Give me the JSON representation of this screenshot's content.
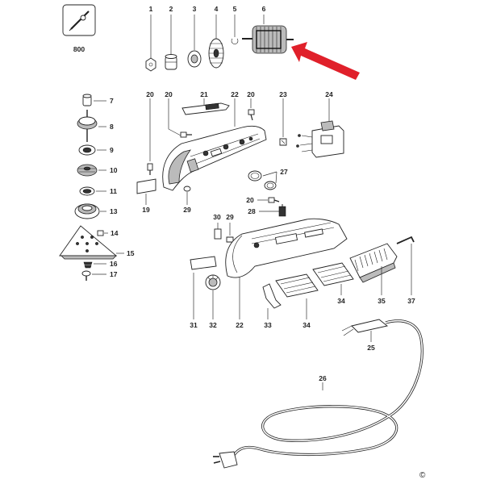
{
  "diagram": {
    "kit_label": "800",
    "copyright": "©",
    "arrow_color": "#e0202a",
    "parts": [
      {
        "id": "p1",
        "label": "1"
      },
      {
        "id": "p2",
        "label": "2"
      },
      {
        "id": "p3",
        "label": "3"
      },
      {
        "id": "p4",
        "label": "4"
      },
      {
        "id": "p5",
        "label": "5"
      },
      {
        "id": "p6",
        "label": "6"
      },
      {
        "id": "p7",
        "label": "7"
      },
      {
        "id": "p8",
        "label": "8"
      },
      {
        "id": "p9",
        "label": "9"
      },
      {
        "id": "p10",
        "label": "10"
      },
      {
        "id": "p11",
        "label": "11"
      },
      {
        "id": "p13",
        "label": "13"
      },
      {
        "id": "p14",
        "label": "14"
      },
      {
        "id": "p15",
        "label": "15"
      },
      {
        "id": "p16",
        "label": "16"
      },
      {
        "id": "p17",
        "label": "17"
      },
      {
        "id": "p19",
        "label": "19"
      },
      {
        "id": "p20a",
        "label": "20"
      },
      {
        "id": "p20b",
        "label": "20"
      },
      {
        "id": "p20c",
        "label": "20"
      },
      {
        "id": "p20d",
        "label": "20"
      },
      {
        "id": "p21",
        "label": "21"
      },
      {
        "id": "p22a",
        "label": "22"
      },
      {
        "id": "p22b",
        "label": "22"
      },
      {
        "id": "p23",
        "label": "23"
      },
      {
        "id": "p24",
        "label": "24"
      },
      {
        "id": "p25",
        "label": "25"
      },
      {
        "id": "p26",
        "label": "26"
      },
      {
        "id": "p27",
        "label": "27"
      },
      {
        "id": "p28",
        "label": "28"
      },
      {
        "id": "p29a",
        "label": "29"
      },
      {
        "id": "p29b",
        "label": "29"
      },
      {
        "id": "p30",
        "label": "30"
      },
      {
        "id": "p31",
        "label": "31"
      },
      {
        "id": "p32",
        "label": "32"
      },
      {
        "id": "p33",
        "label": "33"
      },
      {
        "id": "p34a",
        "label": "34"
      },
      {
        "id": "p34b",
        "label": "34"
      },
      {
        "id": "p35",
        "label": "35"
      },
      {
        "id": "p37",
        "label": "37"
      }
    ]
  }
}
